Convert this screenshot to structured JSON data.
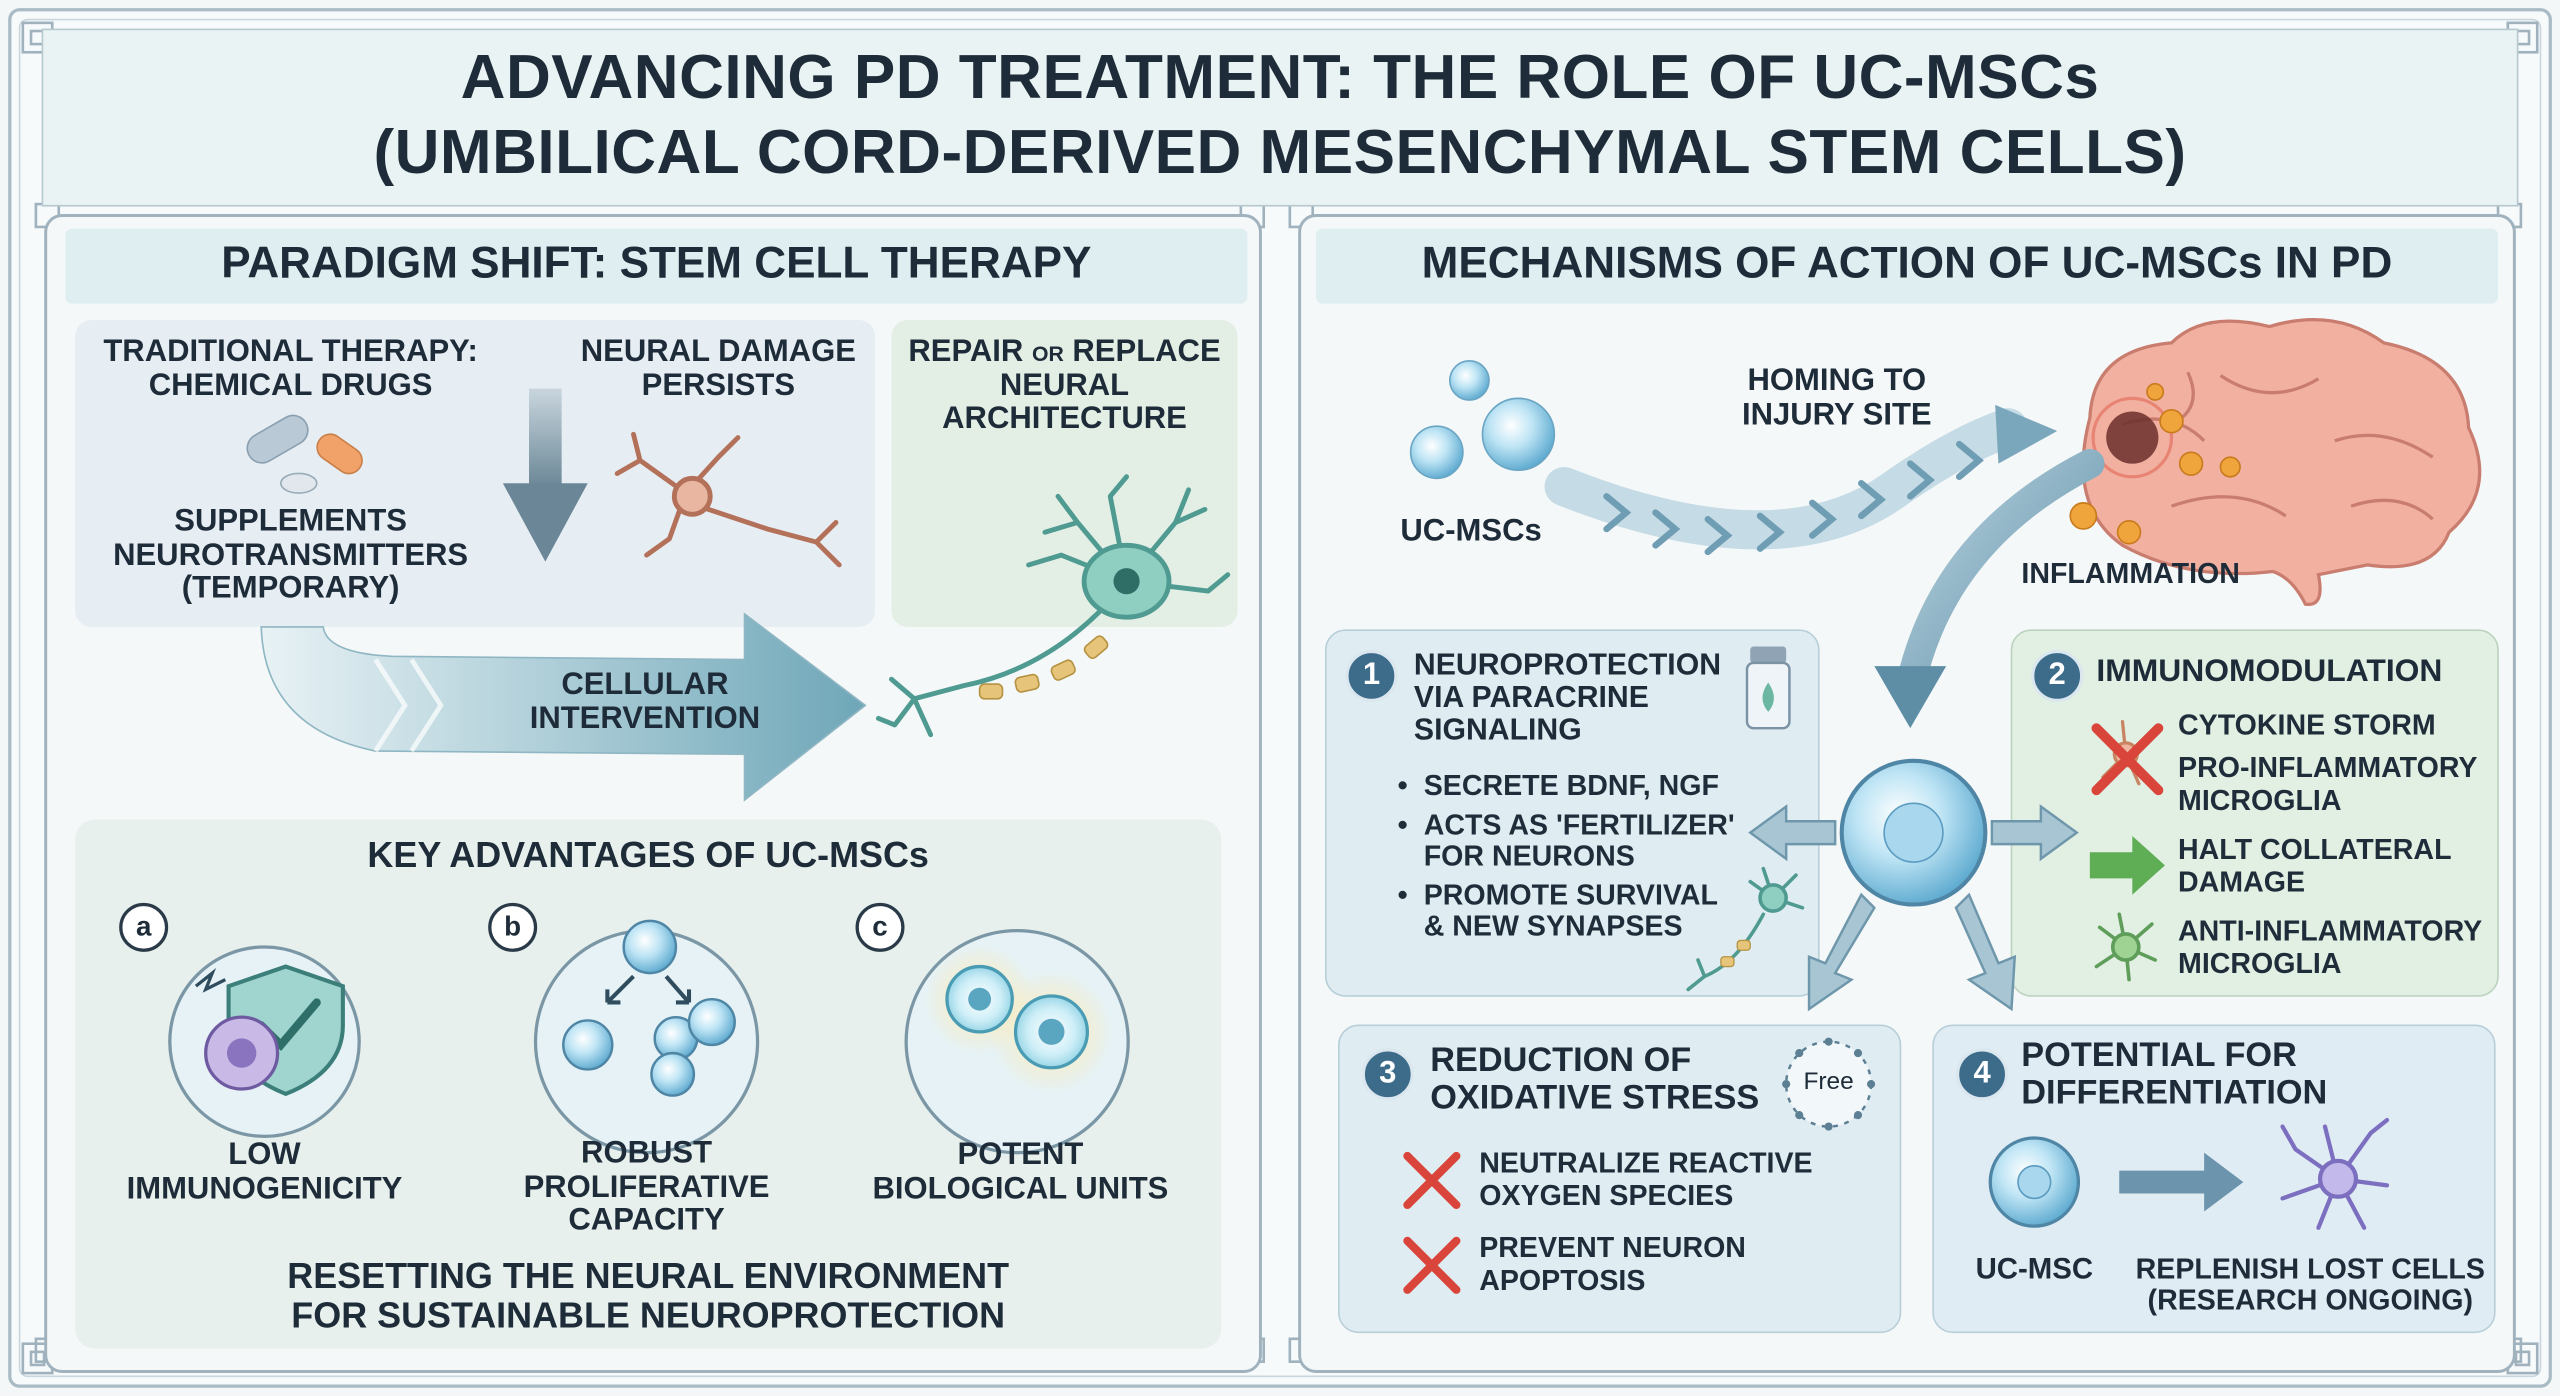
{
  "title": {
    "line1": "ADVANCING PD TREATMENT: THE ROLE OF UC-MSCs",
    "line2": "(UMBILICAL CORD-DERIVED MESENCHYMAL STEM CELLS)"
  },
  "left": {
    "heading": "PARADIGM SHIFT: STEM CELL THERAPY",
    "traditional": "TRADITIONAL THERAPY:\nCHEMICAL DRUGS",
    "supplements": "SUPPLEMENTS\nNEUROTRANSMITTERS\n(TEMPORARY)",
    "damage": "NEURAL DAMAGE\nPERSISTS",
    "repair_a": "REPAIR",
    "repair_or": "OR",
    "repair_b": "REPLACE\nNEURAL\nARCHITECTURE",
    "intervention": "CELLULAR\nINTERVENTION",
    "advantages_heading": "KEY ADVANTAGES OF UC-MSCs",
    "advantages": [
      {
        "letter": "a",
        "label": "LOW\nIMMUNOGENICITY"
      },
      {
        "letter": "b",
        "label": "ROBUST\nPROLIFERATIVE\nCAPACITY"
      },
      {
        "letter": "c",
        "label": "POTENT\nBIOLOGICAL UNITS"
      }
    ],
    "footer": "RESETTING THE NEURAL ENVIRONMENT\nFOR SUSTAINABLE NEUROPROTECTION"
  },
  "right": {
    "heading": "MECHANISMS OF ACTION OF UC-MSCs IN PD",
    "ucmscs": "UC-MSCs",
    "homing": "HOMING TO\nINJURY SITE",
    "inflammation": "INFLAMMATION",
    "m1": {
      "num": "1",
      "title": "NEUROPROTECTION\nVIA PARACRINE\nSIGNALING",
      "bullets": [
        "SECRETE BDNF, NGF",
        "ACTS AS 'FERTILIZER'\nFOR NEURONS",
        "PROMOTE SURVIVAL\n& NEW SYNAPSES"
      ]
    },
    "m2": {
      "num": "2",
      "title": "IMMUNOMODULATION",
      "items": [
        "CYTOKINE STORM",
        "PRO-INFLAMMATORY\nMICROGLIA",
        "HALT COLLATERAL\nDAMAGE",
        "ANTI-INFLAMMATORY\nMICROGLIA"
      ]
    },
    "m3": {
      "num": "3",
      "title": "REDUCTION OF\nOXIDATIVE STRESS",
      "free": "Free",
      "items": [
        "NEUTRALIZE REACTIVE\nOXYGEN SPECIES",
        "PREVENT NEURON\nAPOPTOSIS"
      ]
    },
    "m4": {
      "num": "4",
      "title": "POTENTIAL FOR\nDIFFERENTIATION",
      "cell": "UC-MSC",
      "result": "REPLENISH LOST CELLS\n(RESEARCH ONGOING)"
    }
  },
  "colors": {
    "panel_border": "#9fb2bd",
    "teal": "#5f9e9a",
    "arrow_blue": "#6d98ad",
    "cell_blue": "#7fc2e0",
    "red_x": "#d9453a",
    "green": "#5fae55"
  },
  "icons": [
    "pill-icon",
    "down-arrow-icon",
    "neuron-icon",
    "shield-check-icon",
    "stem-cell-icon",
    "brain-icon",
    "vial-icon",
    "free-radical-icon",
    "x-mark-icon"
  ]
}
